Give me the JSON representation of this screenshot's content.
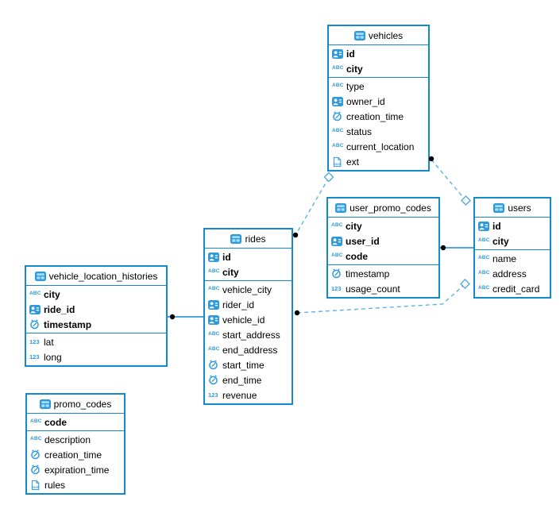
{
  "diagram": {
    "kind": "entity-relationship-diagram",
    "background": "#ffffff"
  },
  "colors": {
    "table_border": "#1389d0",
    "icon_blue": "#2f9ad8",
    "icon_fill_light": "#a6dcf6",
    "dashed_line": "#5fb2e4",
    "solid_line": "#1389d0",
    "endpoint_dot": "#000000",
    "diamond_stroke": "#54abdf",
    "text": "#000000"
  },
  "icon_labels": {
    "abc": "ABC",
    "num": "123",
    "json": "JSON"
  },
  "tables": {
    "vehicles": {
      "title": "vehicles",
      "fields": [
        {
          "name": "id",
          "icon": "id-ref-icon",
          "pk": true
        },
        {
          "name": "city",
          "icon": "abc-string-icon",
          "pk": true
        },
        {
          "name": "type",
          "icon": "abc-string-icon",
          "pk": false
        },
        {
          "name": "owner_id",
          "icon": "id-ref-icon",
          "pk": false
        },
        {
          "name": "creation_time",
          "icon": "clock-icon",
          "pk": false
        },
        {
          "name": "status",
          "icon": "abc-string-icon",
          "pk": false
        },
        {
          "name": "current_location",
          "icon": "abc-string-icon",
          "pk": false
        },
        {
          "name": "ext",
          "icon": "json-icon",
          "pk": false
        }
      ]
    },
    "user_promo_codes": {
      "title": "user_promo_codes",
      "fields": [
        {
          "name": "city",
          "icon": "abc-string-icon",
          "pk": true
        },
        {
          "name": "user_id",
          "icon": "id-ref-icon",
          "pk": true
        },
        {
          "name": "code",
          "icon": "abc-string-icon",
          "pk": true
        },
        {
          "name": "timestamp",
          "icon": "clock-icon",
          "pk": false
        },
        {
          "name": "usage_count",
          "icon": "number-icon",
          "pk": false
        }
      ]
    },
    "users": {
      "title": "users",
      "fields": [
        {
          "name": "id",
          "icon": "id-ref-icon",
          "pk": true
        },
        {
          "name": "city",
          "icon": "abc-string-icon",
          "pk": true
        },
        {
          "name": "name",
          "icon": "abc-string-icon",
          "pk": false
        },
        {
          "name": "address",
          "icon": "abc-string-icon",
          "pk": false
        },
        {
          "name": "credit_card",
          "icon": "abc-string-icon",
          "pk": false
        }
      ]
    },
    "rides": {
      "title": "rides",
      "fields": [
        {
          "name": "id",
          "icon": "id-ref-icon",
          "pk": true
        },
        {
          "name": "city",
          "icon": "abc-string-icon",
          "pk": true
        },
        {
          "name": "vehicle_city",
          "icon": "abc-string-icon",
          "pk": false
        },
        {
          "name": "rider_id",
          "icon": "id-ref-icon",
          "pk": false
        },
        {
          "name": "vehicle_id",
          "icon": "id-ref-icon",
          "pk": false
        },
        {
          "name": "start_address",
          "icon": "abc-string-icon",
          "pk": false
        },
        {
          "name": "end_address",
          "icon": "abc-string-icon",
          "pk": false
        },
        {
          "name": "start_time",
          "icon": "clock-icon",
          "pk": false
        },
        {
          "name": "end_time",
          "icon": "clock-icon",
          "pk": false
        },
        {
          "name": "revenue",
          "icon": "number-icon",
          "pk": false
        }
      ]
    },
    "vehicle_location_histories": {
      "title": "vehicle_location_histories",
      "fields": [
        {
          "name": "city",
          "icon": "abc-string-icon",
          "pk": true
        },
        {
          "name": "ride_id",
          "icon": "id-ref-icon",
          "pk": true
        },
        {
          "name": "timestamp",
          "icon": "clock-icon",
          "pk": true
        },
        {
          "name": "lat",
          "icon": "number-icon",
          "pk": false
        },
        {
          "name": "long",
          "icon": "number-icon",
          "pk": false
        }
      ]
    },
    "promo_codes": {
      "title": "promo_codes",
      "fields": [
        {
          "name": "code",
          "icon": "abc-string-icon",
          "pk": true
        },
        {
          "name": "description",
          "icon": "abc-string-icon",
          "pk": false
        },
        {
          "name": "creation_time",
          "icon": "clock-icon",
          "pk": false
        },
        {
          "name": "expiration_time",
          "icon": "clock-icon",
          "pk": false
        },
        {
          "name": "rules",
          "icon": "json-icon",
          "pk": false
        }
      ]
    }
  },
  "connections": [
    {
      "from_table": "vehicles",
      "to_table": "rides",
      "line_style": "dashed",
      "from_end": "diamond",
      "to_end": "dot"
    },
    {
      "from_table": "vehicles",
      "to_table": "users",
      "line_style": "dashed",
      "from_end": "dot",
      "to_end": "diamond"
    },
    {
      "from_table": "rides",
      "to_table": "users",
      "line_style": "dashed",
      "from_end": "dot",
      "to_end": "diamond"
    },
    {
      "from_table": "user_promo_codes",
      "to_table": "users",
      "line_style": "solid",
      "from_end": "dot",
      "to_end": "plain"
    },
    {
      "from_table": "vehicle_location_histories",
      "to_table": "rides",
      "line_style": "solid",
      "from_end": "dot",
      "to_end": "plain"
    }
  ]
}
